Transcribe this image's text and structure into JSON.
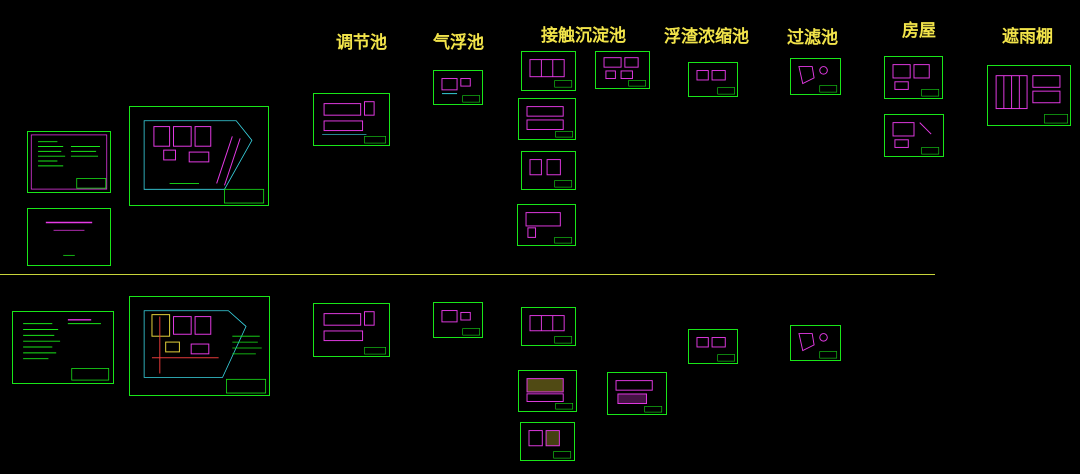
{
  "headers": {
    "regulating_tank": "调节池",
    "air_flotation_tank": "气浮池",
    "contact_sedimentation_tank": "接触沉淀池",
    "scum_thickening_tank": "浮渣浓缩池",
    "filter_tank": "过滤池",
    "building": "房屋",
    "rain_shelter": "遮雨棚"
  },
  "colors": {
    "header": "#f2e44a",
    "frame": "#19e619",
    "divider": "#c8d43a",
    "line_cyan": "#3ad8e6",
    "line_magenta": "#e63ae6",
    "background": "#000000"
  }
}
